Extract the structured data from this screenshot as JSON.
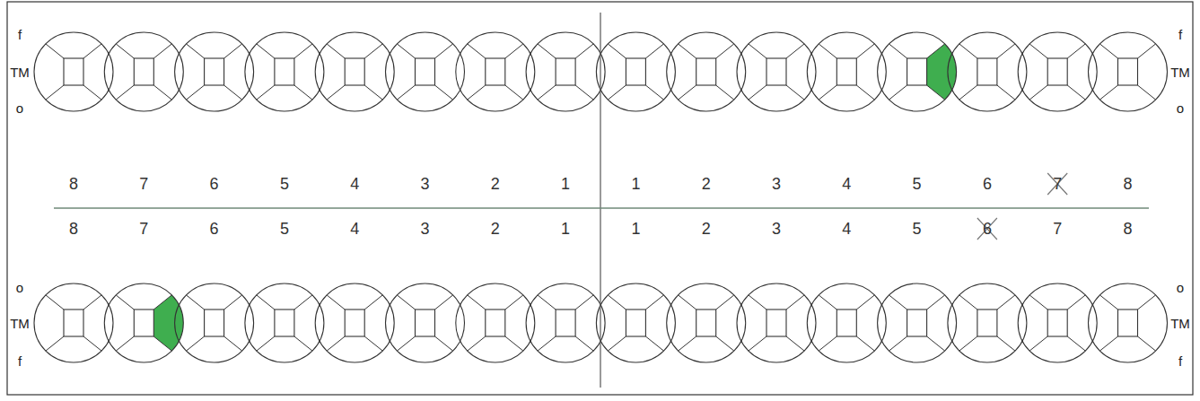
{
  "diagram": {
    "labels": [
      "f",
      "TM",
      "o",
      "f",
      "TM",
      "o",
      "8",
      "7",
      "6",
      "5",
      "4",
      "3",
      "2",
      "1",
      "1",
      "2",
      "3",
      "4",
      "5",
      "6",
      "7",
      "8",
      "8",
      "7",
      "6",
      "5",
      "4",
      "3",
      "2",
      "1",
      "1",
      "2",
      "3",
      "4",
      "5",
      "6",
      "7",
      "8",
      "o",
      "TM",
      "f",
      "o",
      "TM",
      "f"
    ]
  }
}
